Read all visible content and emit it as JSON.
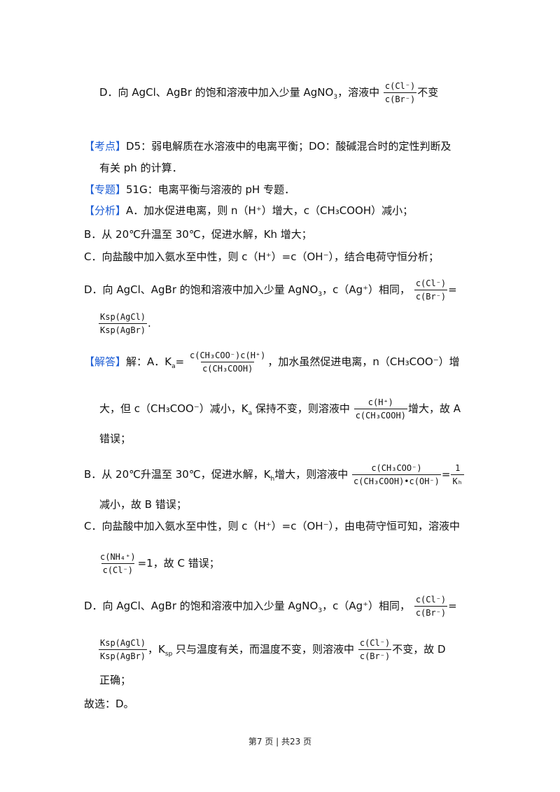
{
  "prev": {
    "d_prefix": "D．向 AgCl、AgBr 的饱和溶液中加入少量 AgNO",
    "d_mid": "，溶液中",
    "d_suffix": "不变",
    "frac_cl_num": "c(Cl⁻)",
    "frac_br_den": "c(Br⁻)"
  },
  "kaodian": {
    "tag": "【考点】",
    "text1": "D5：弱电解质在水溶液中的电离平衡；DO：酸碱混合时的定性判断及",
    "text2": "有关 ph 的计算．"
  },
  "zhuanti": {
    "tag": "【专题】",
    "text": "51G：电离平衡与溶液的 pH 专题．"
  },
  "fenxi": {
    "tag": "【分析】",
    "a": "A．加水促进电离，则 n（H⁺）增大，c（CH₃COOH）减小；",
    "b": "B．从 20℃升温至 30℃，促进水解，Kh 增大；",
    "c": "C．向盐酸中加入氨水至中性，则 c（H⁺）=c（OH⁻），结合电荷守恒分析；",
    "d_prefix": "D．向 AgCl、AgBr 的饱和溶液中加入少量 AgNO",
    "d_mid": "，c（Ag⁺）相同，",
    "d_eq": "=",
    "ksp_num": "Ksp(AgCl)",
    "ksp_den": "Ksp(AgBr)",
    "d_end": "."
  },
  "jieda": {
    "tag": "【解答】",
    "a_prefix": "解：A．K",
    "a_eq": "=",
    "ka_num": "c(CH₃COO⁻)c(H⁺)",
    "ka_den": "c(CH₃COOH)",
    "a_text": "，加水虽然促进电离，n（CH₃COO⁻）增",
    "a_line2_prefix": "大，但 c（CH₃COO⁻）减小，K",
    "a_line2_mid": " 保持不变，则溶液中",
    "h_num": "c(H⁺)",
    "h_den": "c(CH₃COOH)",
    "a_line2_suffix": "增大，故 A",
    "a_line3": "错误；",
    "b_prefix": "B．从 20℃升温至 30℃，促进水解，K",
    "b_mid": "增大，则溶液中",
    "b_num": "c(CH₃COO⁻)",
    "b_den": "c(CH₃COOH)•c(OH⁻)",
    "b_eq": "=",
    "b_one": "1",
    "b_kh": "Kₕ",
    "b_line2": "减小，故 B 错误；",
    "c_line1": "C．向盐酸中加入氨水至中性，则 c（H⁺）=c（OH⁻），由电荷守恒可知，溶液中",
    "nh4_num": "c(NH₄⁺)",
    "nh4_den": "c(Cl⁻)",
    "c_line2": "=1，故 C 错误；",
    "d_prefix": "D．向 AgCl、AgBr 的饱和溶液中加入少量 AgNO",
    "d_mid": "，c（Ag⁺）相同，",
    "d_eq": "=",
    "ksp_num": "Ksp(AgCl)",
    "ksp_den": "Ksp(AgBr)",
    "d2_mid": "，K",
    "d2_text": " 只与温度有关，而温度不变，则溶液中",
    "d2_suffix": "不变，故 D",
    "d_line3": "正确；",
    "answer": "故选：D。"
  },
  "sub3": "3",
  "sub_a": "a",
  "sub_h": "h",
  "sub_sp": "sp",
  "footer": "第7 页  |  共23 页"
}
